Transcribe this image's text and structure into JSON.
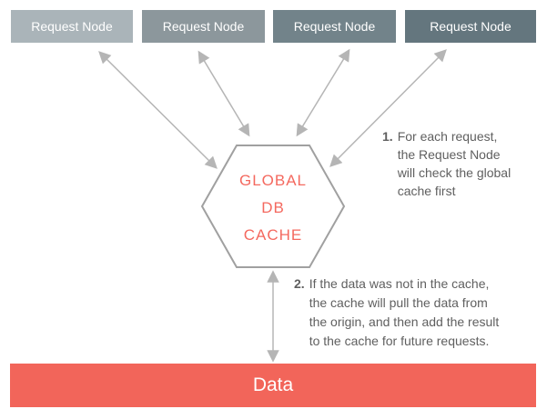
{
  "nodes": [
    {
      "label": "Request Node",
      "color": "#aab4b9"
    },
    {
      "label": "Request Node",
      "color": "#8c979c"
    },
    {
      "label": "Request Node",
      "color": "#72838a"
    },
    {
      "label": "Request Node",
      "color": "#64767e"
    }
  ],
  "hexagon": {
    "line1": "GLOBAL",
    "line2": "DB",
    "line3": "CACHE",
    "text_color": "#f4695f",
    "border_color": "#a0a0a0"
  },
  "annotations": {
    "step1": {
      "number": "1.",
      "text": "For each request,\nthe Request Node\nwill check the global\ncache first"
    },
    "step2": {
      "number": "2.",
      "text": "If the data was not in the cache,\nthe cache will pull the data from\nthe origin, and then add the result\nto the cache for future requests."
    }
  },
  "data_bar": {
    "label": "Data",
    "color": "#f2655a"
  },
  "colors": {
    "arrow": "#b5b5b5",
    "annotation_text": "#5f5f5f",
    "node_text": "#ffffff",
    "background": "#ffffff"
  }
}
